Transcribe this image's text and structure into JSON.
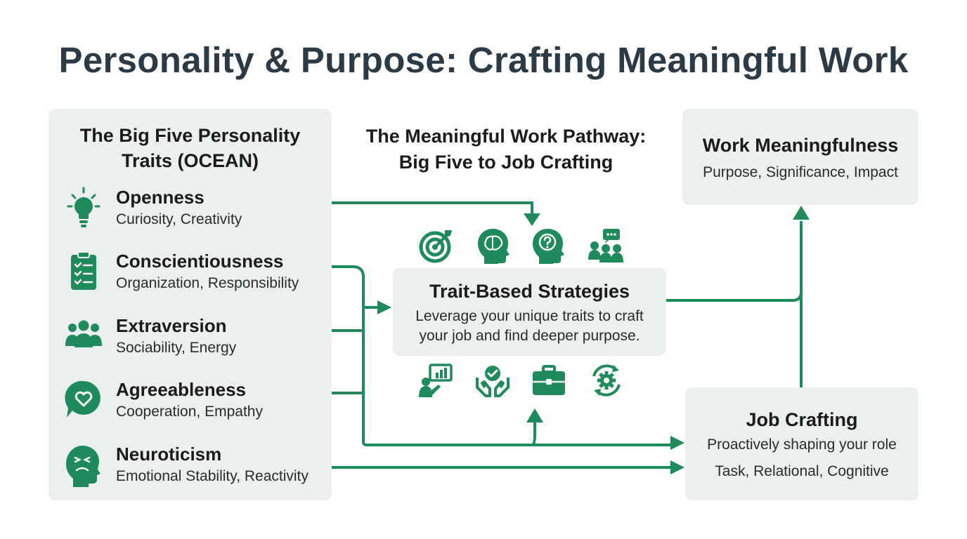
{
  "title": "Personality & Purpose: Crafting Meaningful Work",
  "traits_panel": {
    "heading_line1": "The Big Five Personality",
    "heading_line2": "Traits (OCEAN)",
    "traits": [
      {
        "name": "Openness",
        "desc": "Curiosity, Creativity",
        "icon": "lightbulb-icon"
      },
      {
        "name": "Conscientiousness",
        "desc": "Organization, Responsibility",
        "icon": "checklist-icon"
      },
      {
        "name": "Extraversion",
        "desc": "Sociability, Energy",
        "icon": "group-icon"
      },
      {
        "name": "Agreeableness",
        "desc": "Cooperation, Empathy",
        "icon": "heart-bubble-icon"
      },
      {
        "name": "Neuroticism",
        "desc": "Emotional Stability, Reactivity",
        "icon": "stressed-head-icon"
      }
    ]
  },
  "pathway": {
    "title_line1": "The Meaningful Work Pathway:",
    "title_line2": "Big Five to Job Crafting"
  },
  "strategies": {
    "heading": "Trait-Based Strategies",
    "text_line1": "Leverage your unique traits to craft",
    "text_line2": "your job and find deeper purpose.",
    "top_icons": [
      "target-icon",
      "brain-head-icon",
      "question-head-icon",
      "team-chat-icon"
    ],
    "bottom_icons": [
      "presentation-icon",
      "care-hands-icon",
      "briefcase-icon",
      "cycle-gear-icon"
    ]
  },
  "meaningfulness": {
    "heading": "Work Meaningfulness",
    "text": "Purpose, Significance, Impact"
  },
  "job_crafting": {
    "heading": "Job Crafting",
    "text_line1": "Proactively shaping your role",
    "text_line2": "Task, Relational, Cognitive"
  },
  "colors": {
    "accent_green": "#1f8a5b",
    "panel_bg": "#ecefef",
    "title_text": "#2b3a45"
  }
}
